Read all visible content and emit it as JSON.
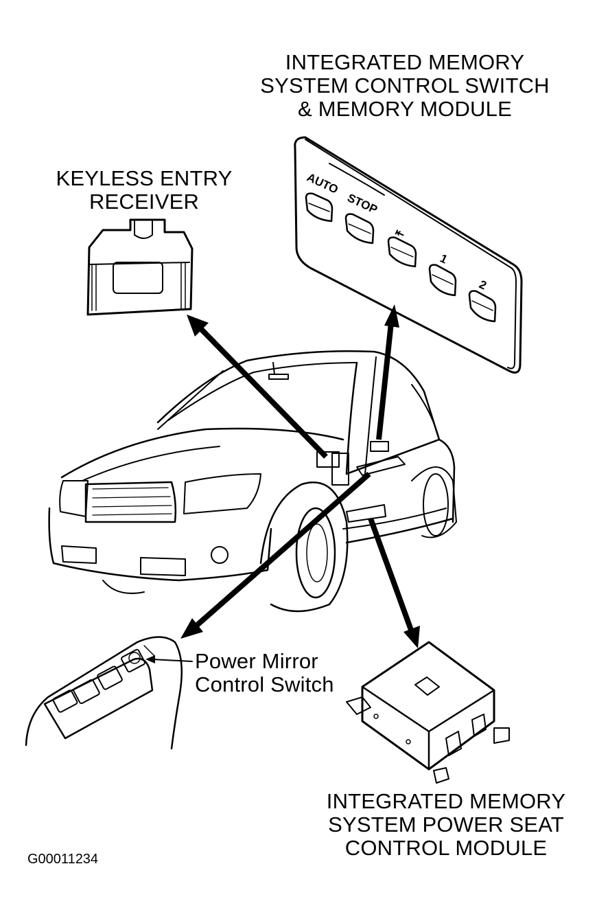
{
  "labels": {
    "memory_switch": [
      "INTEGRATED MEMORY",
      "SYSTEM CONTROL SWITCH",
      "& MEMORY MODULE"
    ],
    "keyless": [
      "KEYLESS ENTRY",
      "RECEIVER"
    ],
    "mirror": [
      "Power Mirror",
      "Control Switch"
    ],
    "seat_module": [
      "INTEGRATED MEMORY",
      "SYSTEM POWER SEAT",
      "CONTROL MODULE"
    ]
  },
  "switch_buttons": [
    "AUTO",
    "STOP",
    "⇤",
    "1",
    "2"
  ],
  "figure_code": "G00011234",
  "icons": [
    "keyless-entry-receiver-icon",
    "memory-switch-panel-icon",
    "car-illustration-icon",
    "power-mirror-switch-icon",
    "seat-control-module-icon",
    "pointer-arrow-icon"
  ]
}
